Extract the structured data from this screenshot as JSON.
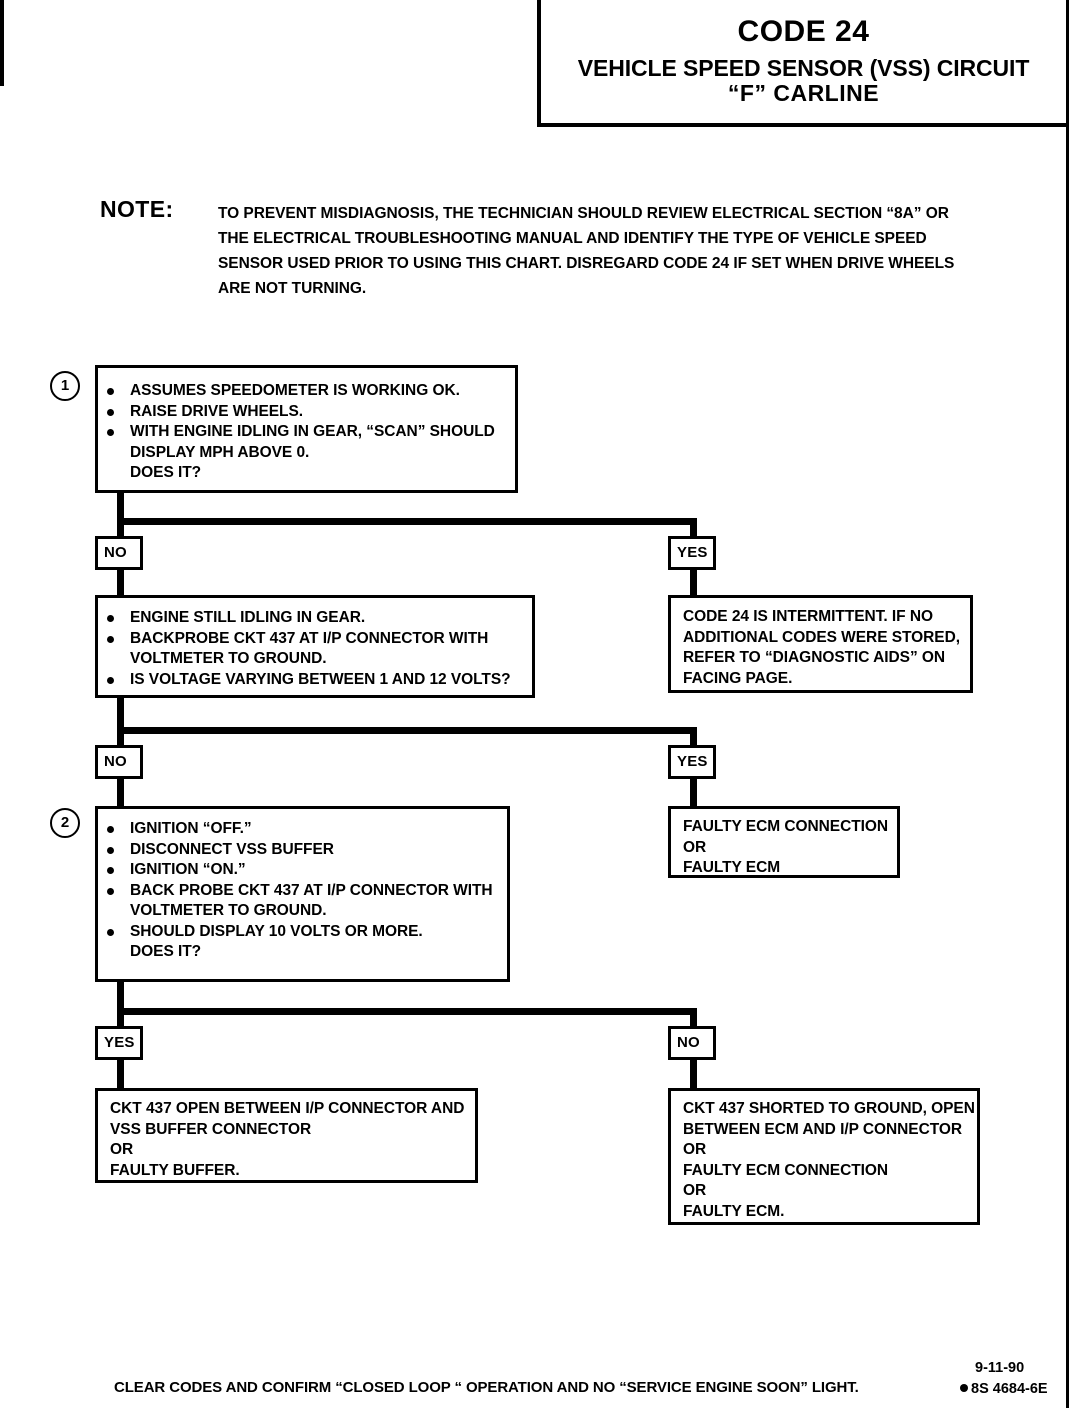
{
  "header": {
    "code": "CODE 24",
    "title_line1": "VEHICLE SPEED SENSOR (VSS) CIRCUIT",
    "title_line2": "“F”  CARLINE"
  },
  "note": {
    "label": "NOTE:",
    "lines": [
      "TO PREVENT MISDIAGNOSIS, THE TECHNICIAN SHOULD REVIEW ELECTRICAL SECTION “8A” OR",
      "THE ELECTRICAL TROUBLESHOOTING MANUAL AND IDENTIFY THE TYPE OF VEHICLE SPEED",
      "SENSOR USED PRIOR TO USING THIS CHART.  DISREGARD CODE 24 IF SET WHEN DRIVE WHEELS",
      "ARE NOT TURNING."
    ]
  },
  "steps": {
    "step1_number": "1",
    "step2_number": "2"
  },
  "box1": {
    "lines": [
      "ASSUMES SPEEDOMETER IS WORKING OK.",
      "RAISE DRIVE WHEELS.",
      "WITH ENGINE IDLING IN GEAR, “SCAN” SHOULD",
      "DISPLAY MPH ABOVE 0.",
      "DOES IT?"
    ]
  },
  "box2": {
    "lines": [
      "ENGINE STILL IDLING IN GEAR.",
      "BACKPROBE CKT 437 AT I/P CONNECTOR WITH",
      "VOLTMETER TO GROUND.",
      "IS VOLTAGE VARYING BETWEEN 1 AND 12  VOLTS?"
    ]
  },
  "box3": {
    "lines": [
      "IGNITION “OFF.”",
      "DISCONNECT VSS BUFFER",
      "IGNITION “ON.”",
      "BACK PROBE CKT 437 AT I/P CONNECTOR WITH",
      "VOLTMETER TO GROUND.",
      "SHOULD DISPLAY 10 VOLTS OR MORE.",
      "DOES IT?"
    ]
  },
  "intermittent_box": {
    "lines": [
      "CODE 24 IS INTERMITTENT.  IF NO",
      "ADDITIONAL CODES WERE STORED,",
      "REFER TO “DIAGNOSTIC  AIDS” ON",
      "FACING PAGE."
    ]
  },
  "ecm_box": {
    "lines": [
      "FAULTY ECM CONNECTION",
      "OR",
      "FAULTY ECM"
    ]
  },
  "open_ckt_box": {
    "lines": [
      "CKT 437 OPEN BETWEEN I/P CONNECTOR AND",
      "VSS BUFFER CONNECTOR",
      "OR",
      "FAULTY BUFFER."
    ]
  },
  "shorted_box": {
    "lines": [
      "CKT 437 SHORTED TO GROUND, OPEN",
      "BETWEEN ECM AND I/P CONNECTOR",
      "OR",
      "FAULTY ECM CONNECTION",
      "OR",
      "FAULTY ECM."
    ]
  },
  "branches": {
    "row1_left": "NO",
    "row1_right": "YES",
    "row2_left": "NO",
    "row2_right": "YES",
    "row3_left": "YES",
    "row3_right": "NO"
  },
  "footer": {
    "note": "CLEAR CODES AND CONFIRM “CLOSED LOOP “ OPERATION AND NO “SERVICE ENGINE SOON” LIGHT.",
    "date": "9-11-90",
    "part_number": "8S 4684-6E"
  }
}
